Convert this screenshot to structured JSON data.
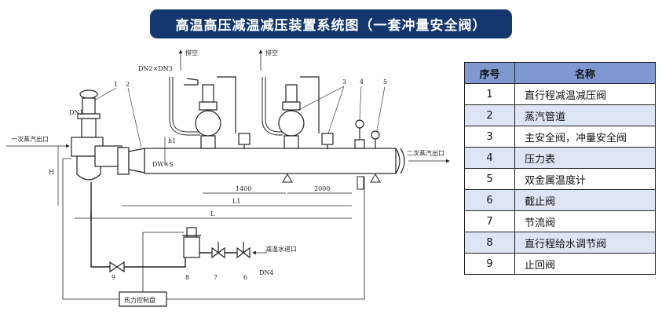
{
  "title": "高温高压减温减压装置系统图（一套冲量安全阀）",
  "legend": {
    "header_no": "序号",
    "header_name": "名称",
    "rows": [
      {
        "no": "1",
        "name": "直行程减温减压阀"
      },
      {
        "no": "2",
        "name": "蒸汽管道"
      },
      {
        "no": "3",
        "name": "主安全阀，冲量安全阀"
      },
      {
        "no": "4",
        "name": "压力表"
      },
      {
        "no": "5",
        "name": "双金属温度计"
      },
      {
        "no": "6",
        "name": "截止阀"
      },
      {
        "no": "7",
        "name": "节流阀"
      },
      {
        "no": "8",
        "name": "直行程给水调节阀"
      },
      {
        "no": "9",
        "name": "止回阀"
      }
    ]
  },
  "diagram": {
    "primary_inlet": "一次蒸汽出口",
    "secondary_outlet": "二次蒸汽出口",
    "desuperheat_water_inlet": "减温水进口",
    "vent": "排空",
    "dn_pair": "DN2×DN3",
    "dn1": "DN1",
    "dn4": "DN4",
    "dn_w": "DW×S",
    "h": "H",
    "h1": "h1",
    "d1400": "1400",
    "d2000": "2000",
    "l1": "L1",
    "l": "L",
    "control_box": "热力控制盘",
    "callouts": [
      "1",
      "2",
      "3",
      "4",
      "5",
      "6",
      "7",
      "8",
      "9"
    ]
  }
}
